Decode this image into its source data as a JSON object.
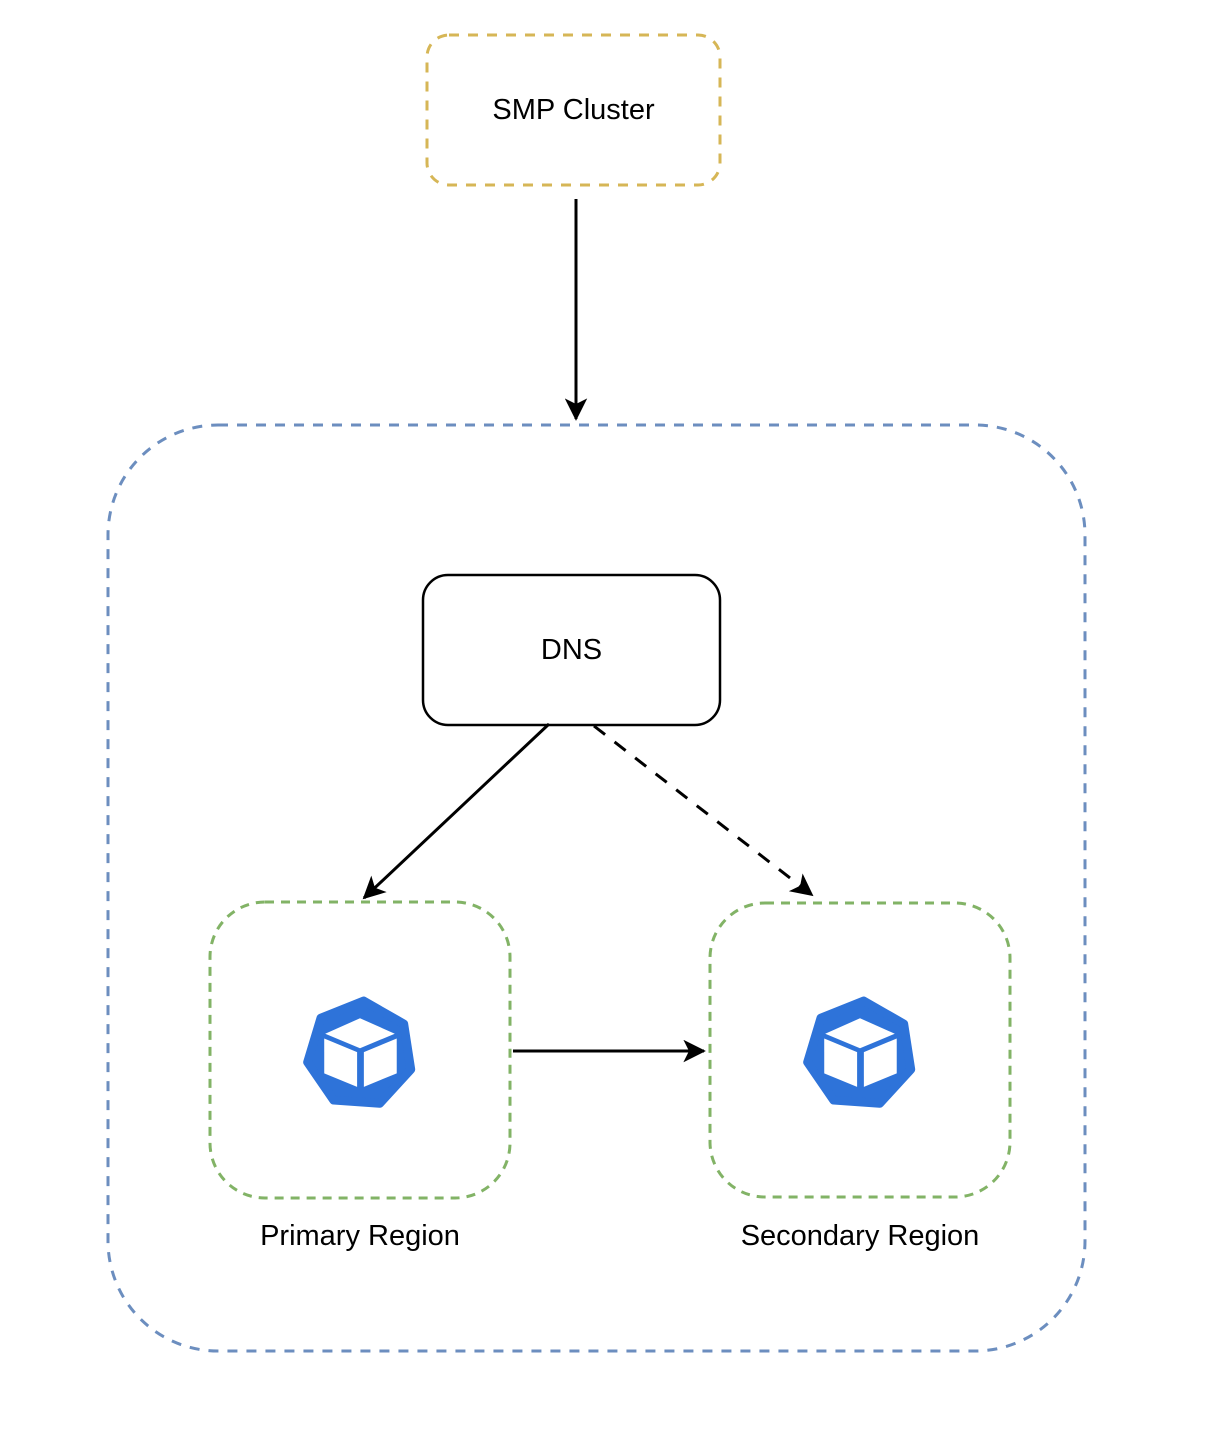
{
  "nodes": {
    "smp_cluster": {
      "label": "SMP Cluster",
      "border_style": "dashed"
    },
    "regions_container": {
      "label": "",
      "border_style": "dashed"
    },
    "dns": {
      "label": "DNS",
      "border_style": "solid"
    },
    "primary_region": {
      "label": "Primary Region",
      "border_style": "dashed",
      "icon": "cube-heptagon-icon"
    },
    "secondary_region": {
      "label": "Secondary Region",
      "border_style": "dashed",
      "icon": "cube-heptagon-icon"
    }
  },
  "edges": [
    {
      "from": "smp_cluster",
      "to": "regions_container",
      "style": "solid",
      "arrowhead": "filled"
    },
    {
      "from": "dns",
      "to": "primary_region",
      "style": "solid",
      "arrowhead": "filled"
    },
    {
      "from": "dns",
      "to": "secondary_region",
      "style": "dashed",
      "arrowhead": "filled"
    },
    {
      "from": "primary_region",
      "to": "secondary_region",
      "style": "solid",
      "arrowhead": "filled"
    }
  ],
  "colors": {
    "smp-border": "#D6B656",
    "container-border": "#6C8EBF",
    "region-border": "#82B366",
    "dns-border": "#000000",
    "arrow": "#000000",
    "icon-blue": "#2E73D9",
    "text": "#000000",
    "canvas-bg": "#FFFFFF"
  }
}
